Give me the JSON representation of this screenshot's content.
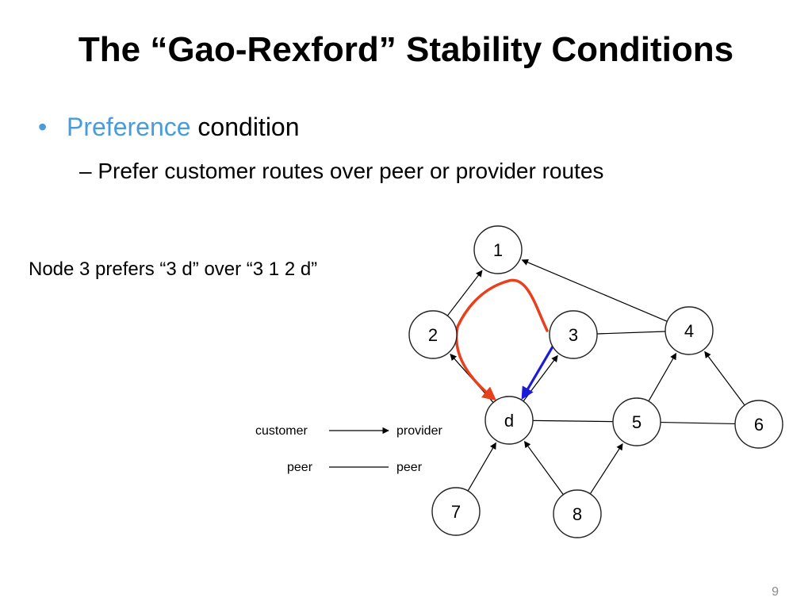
{
  "slide": {
    "title": "The “Gao-Rexford” Stability Conditions",
    "bullet": {
      "marker": "•",
      "keyword": "Preference",
      "rest": "condition"
    },
    "sub_bullet": "– Prefer customer routes over peer or provider routes",
    "note": "Node 3 prefers “3 d” over “3 1 2 d”",
    "page_number": "9"
  },
  "legend": {
    "customer_left": "customer",
    "customer_right": "provider",
    "peer_left": "peer",
    "peer_right": "peer"
  },
  "graph": {
    "nodes": [
      {
        "id": "1",
        "label": "1"
      },
      {
        "id": "2",
        "label": "2"
      },
      {
        "id": "3",
        "label": "3"
      },
      {
        "id": "4",
        "label": "4"
      },
      {
        "id": "d",
        "label": "d"
      },
      {
        "id": "5",
        "label": "5"
      },
      {
        "id": "6",
        "label": "6"
      },
      {
        "id": "7",
        "label": "7"
      },
      {
        "id": "8",
        "label": "8"
      }
    ],
    "customer_provider": [
      [
        "2",
        "1"
      ],
      [
        "4",
        "1"
      ],
      [
        "d",
        "2"
      ],
      [
        "d",
        "3"
      ],
      [
        "5",
        "4"
      ],
      [
        "6",
        "4"
      ],
      [
        "7",
        "d"
      ],
      [
        "8",
        "d"
      ],
      [
        "8",
        "5"
      ]
    ],
    "peer": [
      [
        "3",
        "4"
      ],
      [
        "d",
        "5"
      ],
      [
        "5",
        "6"
      ]
    ],
    "highlighted_paths": [
      {
        "route": [
          "3",
          "1",
          "2",
          "d"
        ],
        "color": "#e8401c"
      },
      {
        "route": [
          "3",
          "d"
        ],
        "color": "#1a1adb"
      }
    ]
  },
  "colors": {
    "accent": "#4a9bdb",
    "red_path": "#e8401c",
    "blue_path": "#1a1adb",
    "page_number": "#8c8c8c"
  }
}
